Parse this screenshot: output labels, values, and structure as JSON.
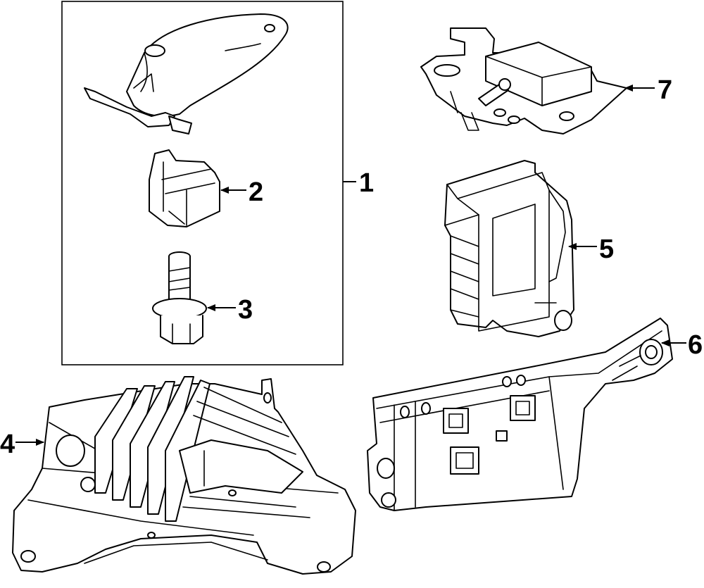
{
  "callouts": [
    {
      "id": "1",
      "label": "1"
    },
    {
      "id": "2",
      "label": "2"
    },
    {
      "id": "3",
      "label": "3"
    },
    {
      "id": "4",
      "label": "4"
    },
    {
      "id": "5",
      "label": "5"
    },
    {
      "id": "6",
      "label": "6"
    },
    {
      "id": "7",
      "label": "7"
    }
  ],
  "colors": {
    "ink": "#000000",
    "background": "#ffffff"
  }
}
